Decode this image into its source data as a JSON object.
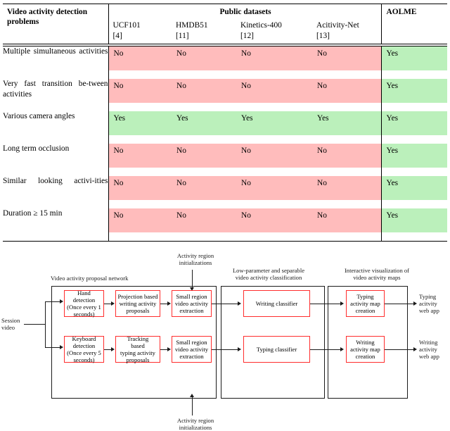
{
  "top_clipped_caption": "                                                                                                                                                    ",
  "table": {
    "header": {
      "problems_label": "Video activity detection problems",
      "group_label": "Public datasets",
      "aolme_label": "AOLME",
      "dataset_columns": [
        {
          "name": "UCF101",
          "ref": "[4]"
        },
        {
          "name": "HMDB51",
          "ref": "[11]"
        },
        {
          "name": "Kinetics-400",
          "ref": "[12]"
        },
        {
          "name": "Acitivity-Net",
          "ref": "[13]"
        }
      ]
    },
    "colors": {
      "no_bg": "#ffbcbc",
      "yes_bg": "#bbf0bb",
      "rule": "#000000"
    },
    "rows": [
      {
        "problem": "Multiple simultaneous activities",
        "justify": true,
        "values": [
          "No",
          "No",
          "No",
          "No"
        ],
        "aolme": "Yes"
      },
      {
        "problem": "Very fast transition be-tween activities",
        "justify": true,
        "values": [
          "No",
          "No",
          "No",
          "No"
        ],
        "aolme": "Yes"
      },
      {
        "problem": "Various camera angles",
        "justify": false,
        "values": [
          "Yes",
          "Yes",
          "Yes",
          "Yes"
        ],
        "aolme": "Yes"
      },
      {
        "problem": "Long term occlusion",
        "justify": false,
        "values": [
          "No",
          "No",
          "No",
          "No"
        ],
        "aolme": "Yes"
      },
      {
        "problem": "Similar looking activi-ities",
        "justify": true,
        "values": [
          "No",
          "No",
          "No",
          "No"
        ],
        "aolme": "Yes"
      },
      {
        "problem": "Duration ≥ 15 min",
        "justify": false,
        "values": [
          "No",
          "No",
          "No",
          "No"
        ],
        "aolme": "Yes"
      }
    ]
  },
  "diagram": {
    "inputs": {
      "session_video": "Session\nvideo"
    },
    "annotations": {
      "activity_region_top": "Activity region\ninitializations",
      "activity_region_bottom": "Activity region\ninitializations"
    },
    "groups": [
      {
        "id": "proposal",
        "title": "Video activity proposal network"
      },
      {
        "id": "classification",
        "title": "Low-parameter and separable\nvideo activity classification"
      },
      {
        "id": "visualization",
        "title": "Interactive visualization of\nvideo activity maps"
      }
    ],
    "boxes": {
      "hand_detection": "Hand\ndetection\n(Once every 1\nseconds)",
      "projection_proposals": "Projection based\nwriting activity\nproposals",
      "small_region_top": "Small region\nvideo activity\nextraction",
      "keyboard_detection": "Keyboard\ndetection\n(Once every 5\nseconds)",
      "tracking_proposals": "Tracking\nbased\ntyping activity\nproposals",
      "small_region_bottom": "Small region\nvideo activity\nextraction",
      "writing_classifier": "Writing classifier",
      "typing_classifier": "Typing classifier",
      "typing_map_creation": "Typing\nactivity map\ncreation",
      "writing_map_creation": "Writing\nactivity map\ncreation"
    },
    "outputs": {
      "typing_web_app": "Typing\nacitvity\nweb app",
      "writing_web_app": "Writing\nactivity\nweb app"
    },
    "colors": {
      "box_border": "#ff2d2d",
      "line": "#1a1a1a"
    }
  }
}
